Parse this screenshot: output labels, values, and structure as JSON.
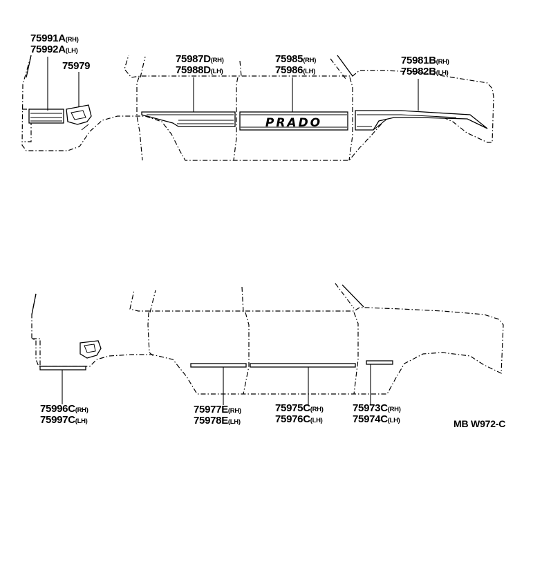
{
  "diagram": {
    "drawing_code": "MB W972-C",
    "emblem_text": "PRADO",
    "upper_view": {
      "callouts": [
        {
          "id": "c1",
          "rh": "75991A",
          "lh": "75992A",
          "rh_suffix": "(RH)",
          "lh_suffix": "(LH)"
        },
        {
          "id": "c2",
          "single": "75979"
        },
        {
          "id": "c3",
          "rh": "75987D",
          "lh": "75988D",
          "rh_suffix": "(RH)",
          "lh_suffix": "(LH)"
        },
        {
          "id": "c4",
          "rh": "75985",
          "lh": "75986",
          "rh_suffix": "(RH)",
          "lh_suffix": "(LH)"
        },
        {
          "id": "c5",
          "rh": "75981B",
          "lh": "75982B",
          "rh_suffix": "(RH)",
          "lh_suffix": "(LH)"
        }
      ]
    },
    "lower_view": {
      "callouts": [
        {
          "id": "c6",
          "rh": "75996C",
          "lh": "75997C",
          "rh_suffix": "(RH)",
          "lh_suffix": "(LH)"
        },
        {
          "id": "c7",
          "rh": "75977E",
          "lh": "75978E",
          "rh_suffix": "(RH)",
          "lh_suffix": "(LH)"
        },
        {
          "id": "c8",
          "rh": "75975C",
          "lh": "75976C",
          "rh_suffix": "(RH)",
          "lh_suffix": "(LH)"
        },
        {
          "id": "c9",
          "rh": "75973C",
          "lh": "75974C",
          "rh_suffix": "(RH)",
          "lh_suffix": "(LH)"
        }
      ]
    }
  }
}
